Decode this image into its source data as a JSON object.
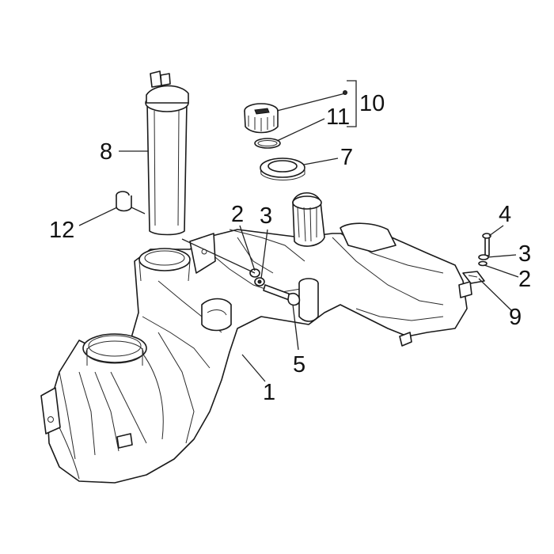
{
  "callouts": {
    "c1": "1",
    "c2a": "2",
    "c2b": "2",
    "c3a": "3",
    "c3b": "3",
    "c4": "4",
    "c5": "5",
    "c7": "7",
    "c8": "8",
    "c9": "9",
    "c10": "10",
    "c11": "11",
    "c12": "12"
  },
  "colors": {
    "line": "#1a1a1a",
    "background": "#ffffff"
  }
}
